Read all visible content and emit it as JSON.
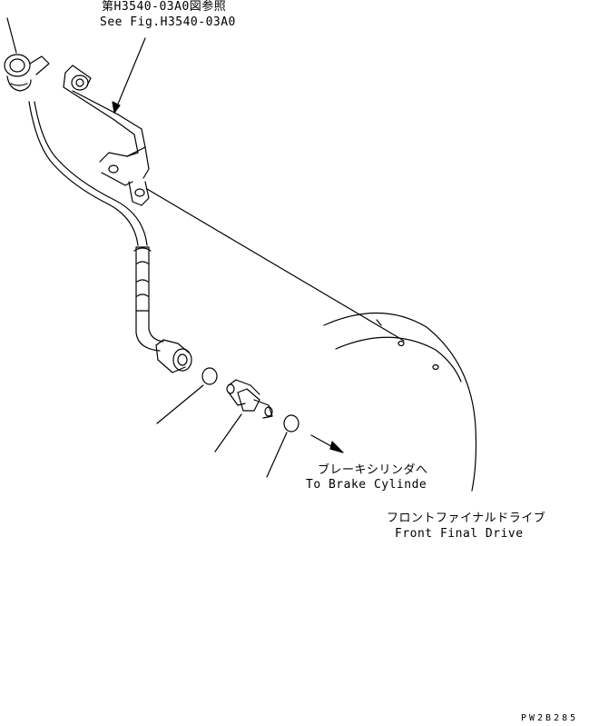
{
  "labels": {
    "ref_jp": "第H3540-03A0図参照",
    "ref_en": "See Fig.H3540-03A0",
    "brake_jp": "ブレーキシリンダへ",
    "brake_en": "To Brake Cylinde",
    "drive_jp": "フロントファイナルドライブ",
    "drive_en": "Front Final Drive",
    "code": "PW2B285"
  },
  "colors": {
    "ink": "#000000",
    "paper": "#ffffff"
  }
}
